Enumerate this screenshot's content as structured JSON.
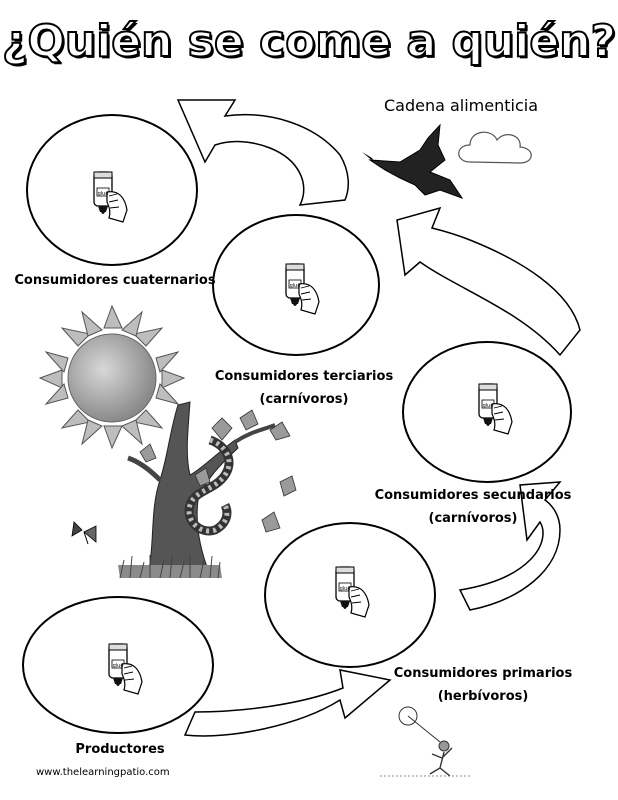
{
  "title": "¿Quién se come a quién?",
  "subtitle": "Cadena alimenticia",
  "labels": {
    "cuaternarios": "Consumidores cuaternarios",
    "terciarios": "Consumidores terciarios",
    "terciarios_sub": "(carnívoros)",
    "secundarios": "Consumidores secundarios",
    "secundarios_sub": "(carnívoros)",
    "primarios": "Consumidores primarios",
    "primarios_sub": "(herbívoros)",
    "productores": "Productores"
  },
  "glue_label": "glue",
  "footer": "www.thelearningpatio.com"
}
